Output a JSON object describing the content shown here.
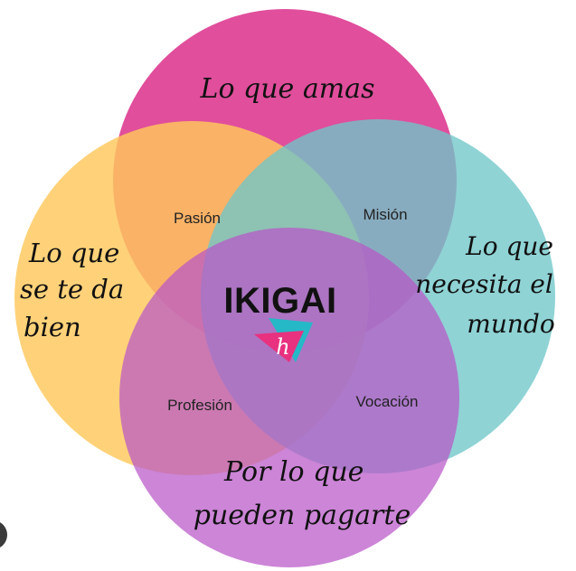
{
  "circles": {
    "top": {
      "label_lines": [
        "Lo que amas"
      ],
      "color": "#dd3f94"
    },
    "left": {
      "label_lines": [
        "Lo que",
        "se te da",
        "bien"
      ],
      "color": "#ffc85c"
    },
    "right": {
      "label_lines": [
        "Lo que",
        "necesita el",
        "mundo"
      ],
      "color": "#6fc6c9"
    },
    "bottom": {
      "label_lines": [
        "Por lo que",
        "pueden pagarte"
      ],
      "color": "#b956c8"
    }
  },
  "overlaps": {
    "top_left": "Pasión",
    "top_right": "Misión",
    "bottom_left": "Profesión",
    "bottom_right": "Vocación"
  },
  "center": {
    "title": "IKIGAI",
    "logo_letter": "h",
    "logo_colors": [
      "#e8317f",
      "#25b8c7"
    ]
  }
}
